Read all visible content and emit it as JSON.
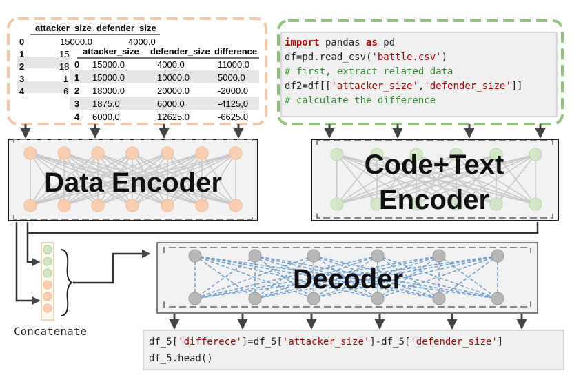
{
  "data_table_back": {
    "headers": [
      "attacker_size",
      "defender_size"
    ],
    "row_index": [
      "0",
      "1",
      "2",
      "3",
      "4"
    ],
    "row0": [
      "15000.0",
      "4000.0"
    ],
    "partial_cells": [
      "15",
      "18",
      "1",
      "6"
    ]
  },
  "data_table_front": {
    "headers": [
      "attacker_size",
      "defender_size",
      "difference"
    ],
    "rows": [
      [
        "0",
        "15000.0",
        "4000.0",
        "11000.0"
      ],
      [
        "1",
        "15000.0",
        "10000.0",
        "5000.0"
      ],
      [
        "2",
        "18000.0",
        "20000.0",
        "-2000.0"
      ],
      [
        "3",
        "1875.0",
        "6000.0",
        "-4125,0"
      ],
      [
        "4",
        "6000.0",
        "12625.0",
        "-6625.0"
      ]
    ]
  },
  "code_box": {
    "line1": {
      "kw1": "import",
      "mid": " pandas ",
      "kw2": "as",
      "end": " pd"
    },
    "line2": {
      "pre": "df=pd.read_csv(",
      "str": "'battle.csv'",
      "post": ")"
    },
    "line3": "# first, extract related data",
    "line4": {
      "pre": "df2=df[[",
      "str1": "'attacker_size'",
      "comma": ",",
      "str2": "'defender_size'",
      "post": "]]"
    },
    "line5": "# calculate the difference"
  },
  "encoders": {
    "data_label": "Data Encoder",
    "code_label_line1": "Code+Text",
    "code_label_line2": "Encoder",
    "decoder_label": "Decoder"
  },
  "concat_label": "Concatenate",
  "output": {
    "line1": {
      "p1": "df_5[",
      "s1": "'differece'",
      "p2": "]=df_5[",
      "s2": "'attacker_size'",
      "p3": "]-df_5[",
      "s3": "'defender_size'",
      "p4": "]"
    },
    "line2": "df_5.head()"
  },
  "colors": {
    "orange_dash": "#f5c6a5",
    "orange_node": "#f9cfb1",
    "green_dash": "#93c47d",
    "green_node": "#d4e8c8",
    "gray_node": "#b8b8b8",
    "blue_dash": "#6fa0d0",
    "keyword": "#b00000",
    "comment": "#2e8b2e",
    "string": "#b00000"
  }
}
